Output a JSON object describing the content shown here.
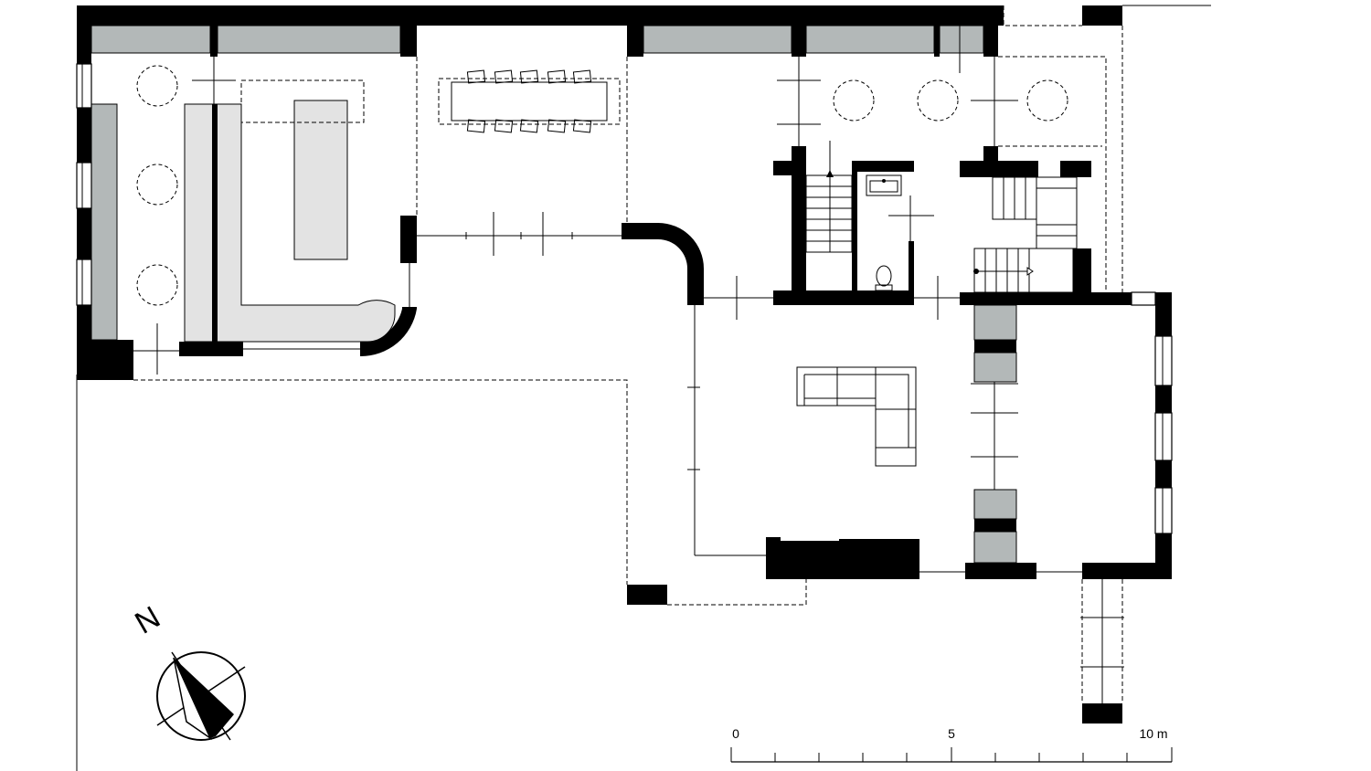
{
  "north_label": "N",
  "scale": {
    "labels": [
      "0",
      "5",
      "10 m"
    ]
  },
  "colors": {
    "wall": "#000000",
    "glazing": "#b3b8b8",
    "counter": "#e3e3e3",
    "background": "#ffffff"
  }
}
